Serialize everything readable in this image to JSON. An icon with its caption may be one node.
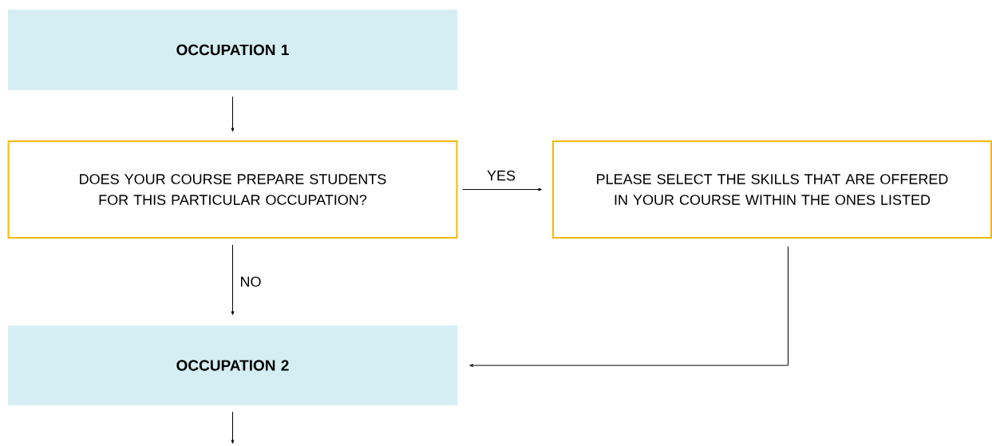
{
  "diagram": {
    "nodes": [
      {
        "text": [
          "OCCUPATION 1"
        ]
      },
      {
        "text": [
          "DOES YOUR COURSE PREPARE STUDENTS FOR THIS PARTICULAR OCCUPATION?"
        ]
      },
      {
        "text": [
          "PLEASE SELECT THE SKILLS THAT ARE OFFERED IN YOUR COURSE WITHIN THE ONES LISTED"
        ]
      },
      {
        "text": [
          "OCCUPATION 2"
        ]
      }
    ],
    "edges": [
      {
        "from": 0,
        "to": 1,
        "arrow": "to"
      },
      {
        "from": 1,
        "to": 2,
        "arrow": "to",
        "label": "YES"
      },
      {
        "from": 1,
        "to": 3,
        "arrow": "to",
        "label": "NO"
      },
      {
        "from": 2,
        "to": 3,
        "arrow": "to"
      },
      {
        "from": 3,
        "to": null,
        "arrow": "to"
      }
    ]
  }
}
